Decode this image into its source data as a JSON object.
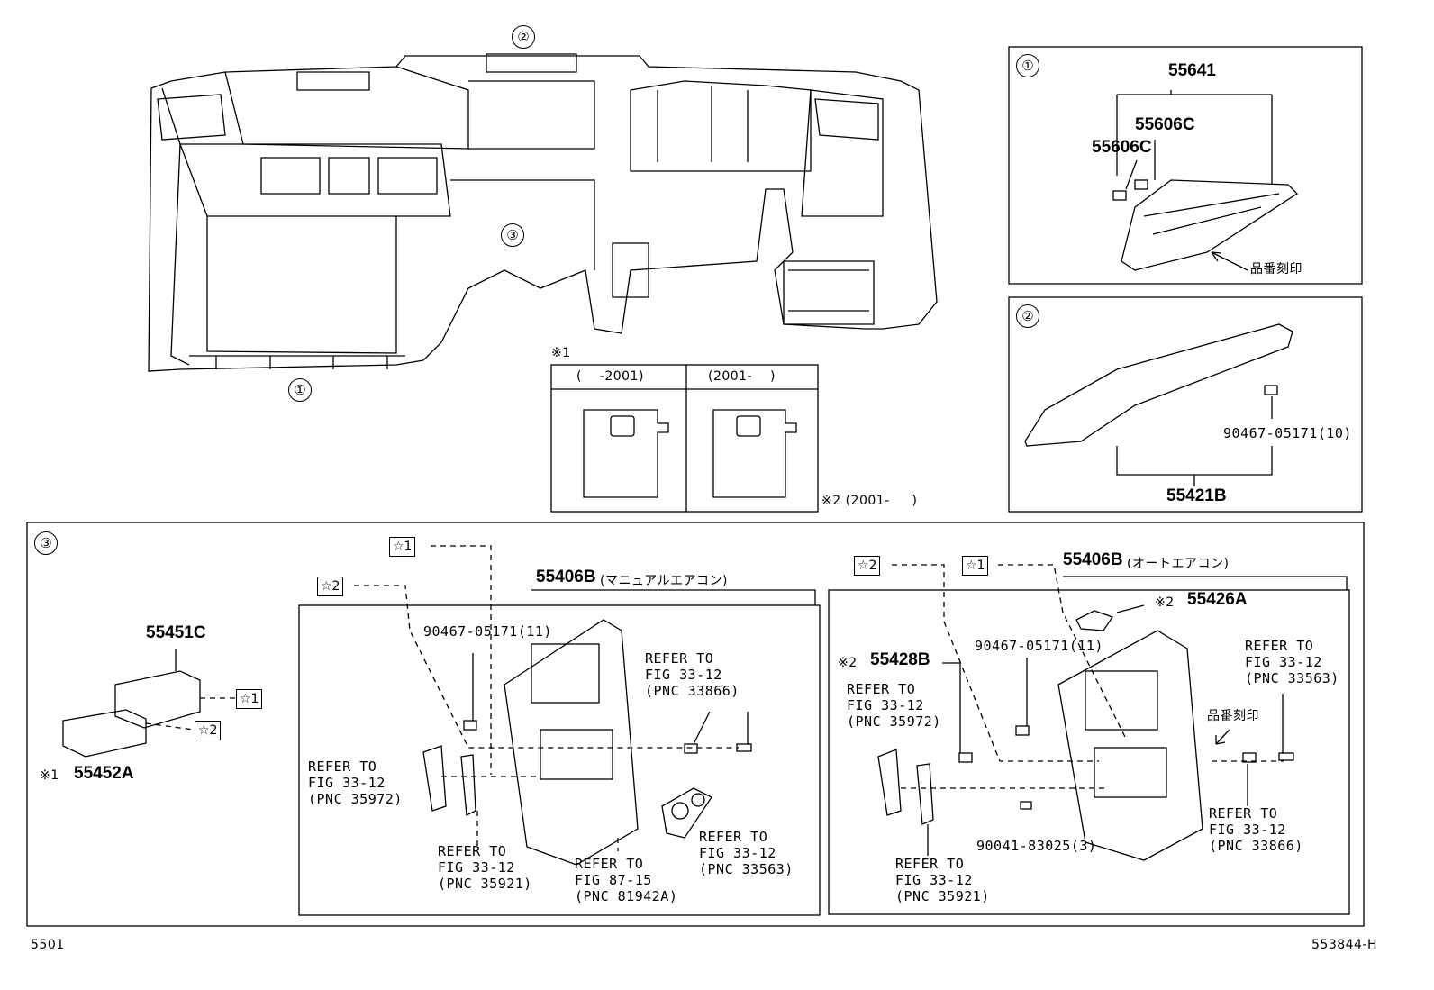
{
  "circle_labels": {
    "c1_main": "①",
    "c2_main": "②",
    "c3_main": "③",
    "c1_box": "①",
    "c2_box": "②",
    "c3_box": "③"
  },
  "note_box": {
    "mark": "※1",
    "col_left": "(    -2001)",
    "col_right": "(2001-    )",
    "note2": "※2 (2001-     )"
  },
  "box1": {
    "part_55641": "55641",
    "part_55606c_a": "55606C",
    "part_55606c_b": "55606C",
    "stamp": "品番刻印"
  },
  "box2": {
    "part_clip": "90467-05171(10)",
    "part_55421b": "55421B"
  },
  "box3": {
    "part_55451c": "55451C",
    "part_55452a": "55452A",
    "mark_55452a": "※1",
    "star1": "☆1",
    "star2": "☆2",
    "manual": {
      "part_55406b": "55406B",
      "suffix": "(マニュアルエアコン)",
      "clip": "90467-05171(11)",
      "ref_33866": "REFER TO\nFIG 33-12\n(PNC 33866)",
      "ref_35972": "REFER TO\nFIG 33-12\n(PNC 35972)",
      "ref_35921": "REFER TO\nFIG 33-12\n(PNC 35921)",
      "ref_81942a": "REFER TO\nFIG 87-15\n(PNC 81942A)",
      "ref_33563": "REFER TO\nFIG 33-12\n(PNC 33563)"
    },
    "auto": {
      "part_55406b": "55406B",
      "suffix": "(オートエアコン)",
      "mark_55426a": "※2",
      "part_55426a": "55426A",
      "mark_55428b": "※2",
      "part_55428b": "55428B",
      "clip": "90467-05171(11)",
      "ref_35972": "REFER TO\nFIG 33-12\n(PNC 35972)",
      "ref_33563": "REFER TO\nFIG 33-12\n(PNC 33563)",
      "stamp": "品番刻印",
      "ref_35921": "REFER TO\nFIG 33-12\n(PNC 35921)",
      "clip2": "90041-83025(3)",
      "ref_33866": "REFER TO\nFIG 33-12\n(PNC 33866)"
    }
  },
  "footer": {
    "left": "5501",
    "right": "553844-H"
  }
}
